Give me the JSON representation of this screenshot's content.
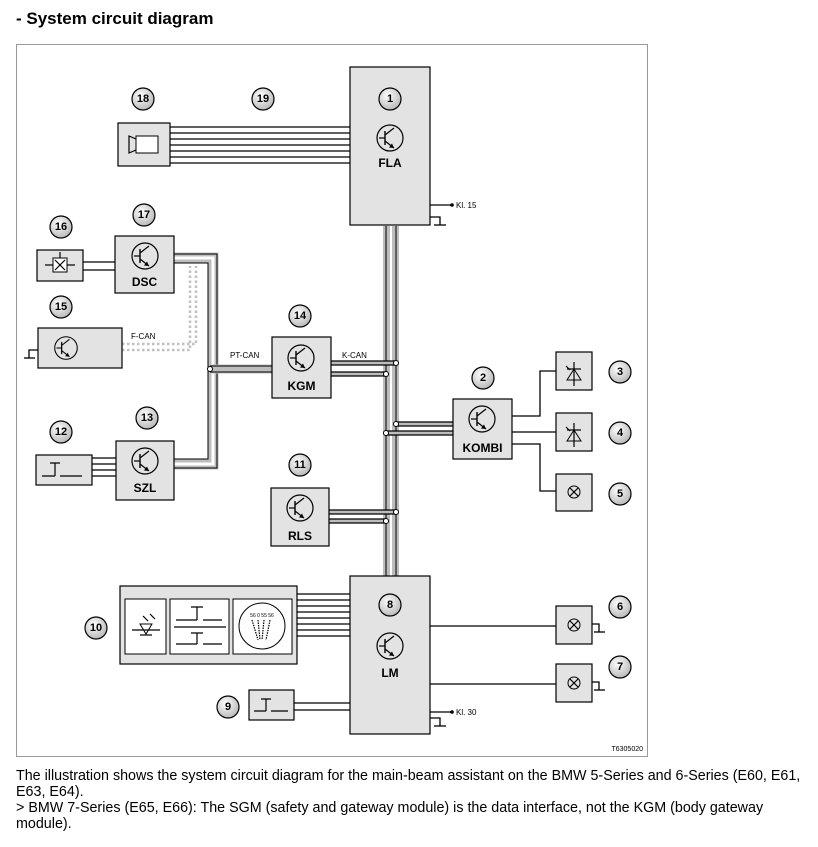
{
  "heading": "- System circuit diagram",
  "diagram": {
    "modules": {
      "fla": "FLA",
      "dsc": "DSC",
      "kgm": "KGM",
      "kombi": "KOMBI",
      "szl": "SZL",
      "rls": "RLS",
      "lm": "LM"
    },
    "bus_labels": {
      "pt_can": "PT-CAN",
      "k_can": "K-CAN",
      "f_can": "F-CAN"
    },
    "terminals": {
      "kl15": "Kl. 15",
      "kl30": "Kl. 30"
    },
    "callouts": [
      "1",
      "2",
      "3",
      "4",
      "5",
      "6",
      "7",
      "8",
      "9",
      "10",
      "11",
      "12",
      "13",
      "14",
      "15",
      "16",
      "17",
      "18",
      "19"
    ],
    "gauge_text": "56 0 55 56",
    "figure_id": "T6305020"
  },
  "caption": {
    "line1": "The illustration shows the system circuit diagram for the main-beam assistant on the BMW 5-Series and 6-Series (E60, E61, E63, E64).",
    "line2": "> BMW 7-Series (E65, E66): The SGM (safety and gateway module) is the data interface, not the KGM (body gateway module)."
  }
}
